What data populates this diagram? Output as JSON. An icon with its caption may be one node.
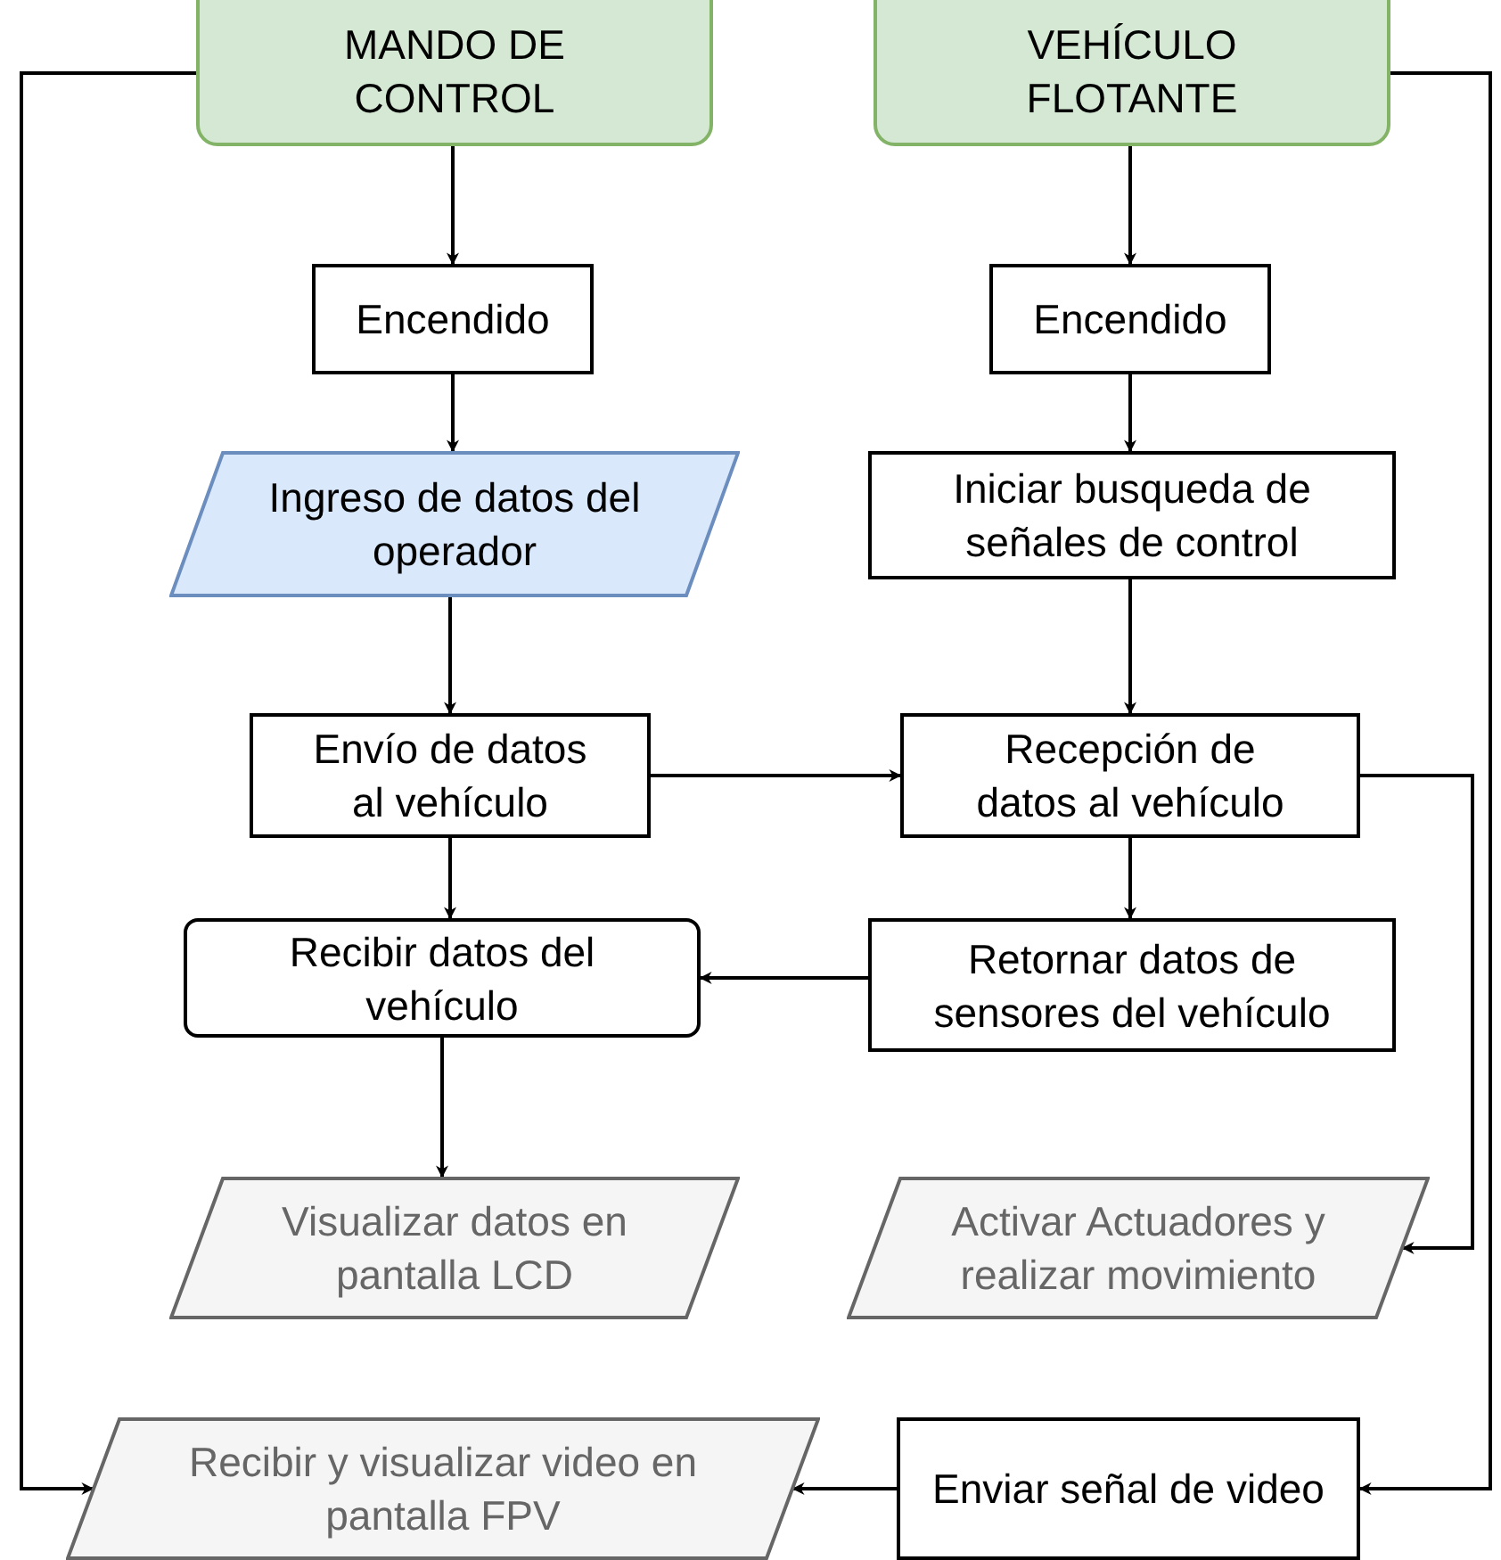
{
  "diagram": {
    "nodes": [
      {
        "text": [
          "MANDO DE CONTROL"
        ]
      },
      {
        "text": [
          "VEHÍCULO FLOTANTE"
        ]
      },
      {
        "text": [
          "Encendido"
        ]
      },
      {
        "text": [
          "Encendido"
        ]
      },
      {
        "text": [
          "Ingreso de datos del operador"
        ]
      },
      {
        "text": [
          "Iniciar busqueda de señales de control"
        ]
      },
      {
        "text": [
          "Envío de datos al vehículo"
        ]
      },
      {
        "text": [
          "Recepción de datos al vehículo"
        ]
      },
      {
        "text": [
          "Recibir datos del vehículo"
        ]
      },
      {
        "text": [
          "Retornar datos de sensores del vehículo"
        ]
      },
      {
        "text": [
          "Visualizar datos en pantalla LCD"
        ]
      },
      {
        "text": [
          "Activar Actuadores y realizar movimiento"
        ]
      },
      {
        "text": [
          "Recibir y visualizar video en pantalla FPV"
        ]
      },
      {
        "text": [
          "Enviar señal de video"
        ]
      }
    ],
    "edges": [
      {
        "from": 0,
        "to": 2,
        "arrow": "to"
      },
      {
        "from": 2,
        "to": 4,
        "arrow": "to"
      },
      {
        "from": 4,
        "to": 6,
        "arrow": "to"
      },
      {
        "from": 6,
        "to": 8,
        "arrow": "to"
      },
      {
        "from": 8,
        "to": 10,
        "arrow": "to"
      },
      {
        "from": 1,
        "to": 3,
        "arrow": "to"
      },
      {
        "from": 3,
        "to": 5,
        "arrow": "to"
      },
      {
        "from": 5,
        "to": 7,
        "arrow": "to"
      },
      {
        "from": 6,
        "to": 7,
        "arrow": "to"
      },
      {
        "from": 7,
        "to": 9,
        "arrow": "to"
      },
      {
        "from": 9,
        "to": 8,
        "arrow": "to"
      },
      {
        "from": 7,
        "to": 11,
        "arrow": "to"
      },
      {
        "from": 0,
        "to": 12,
        "arrow": "to"
      },
      {
        "from": 1,
        "to": 13,
        "arrow": "to"
      },
      {
        "from": 13,
        "to": 12,
        "arrow": "to"
      }
    ]
  }
}
